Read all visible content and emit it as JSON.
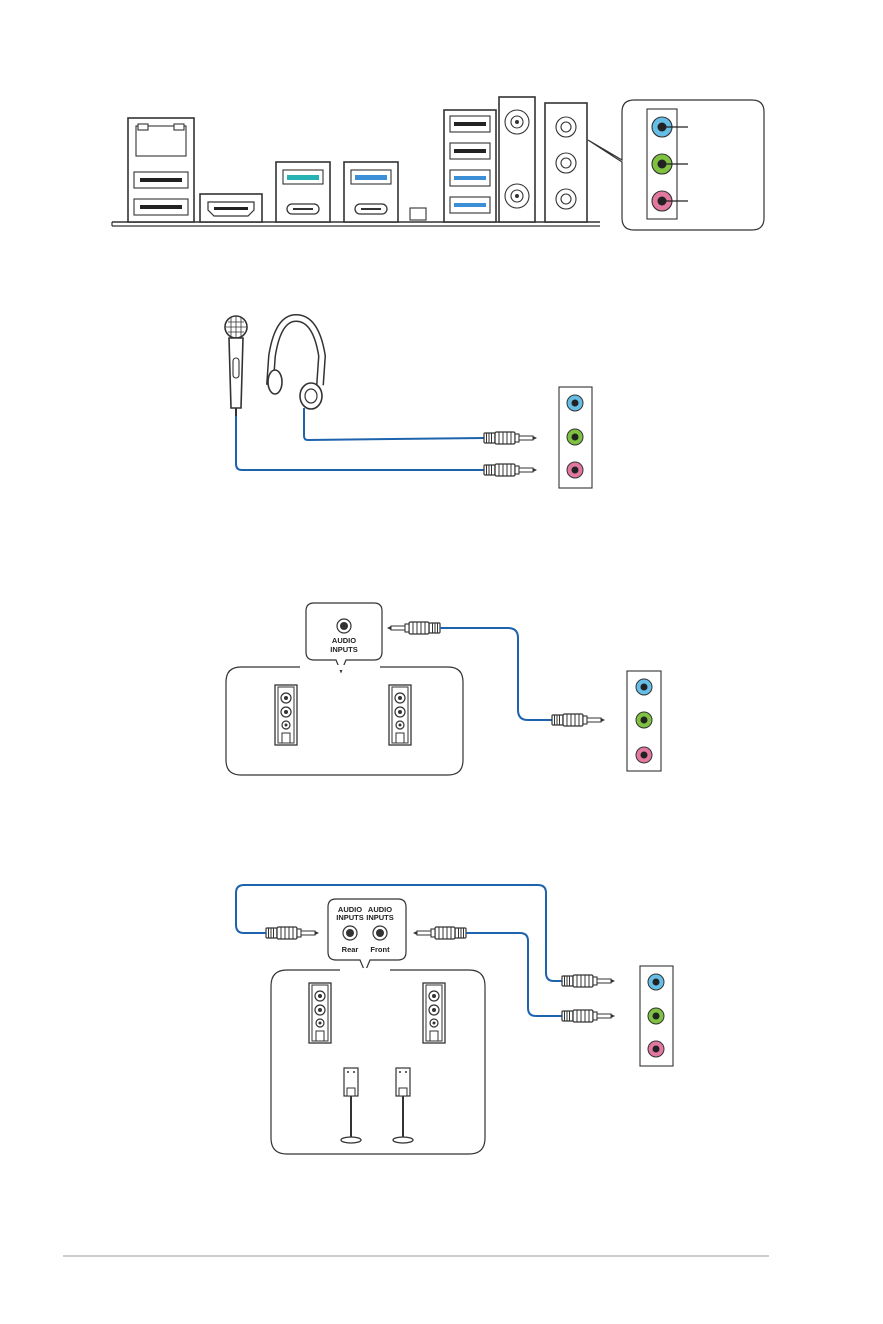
{
  "colors": {
    "line_in": "#66bde6",
    "line_out": "#7fc241",
    "mic_in": "#e2789f",
    "cable": "#1e63ad",
    "usb_blue": "#3a8fd6",
    "usb_teal": "#27b3b3"
  },
  "icons": [
    "lan-port-icon",
    "usb-port-icon",
    "hdmi-port-icon",
    "usb-c-port-icon",
    "antenna-connector-icon",
    "audio-jack-icon",
    "microphone-icon",
    "headphone-icon",
    "speaker-icon",
    "satellite-speaker-icon",
    "audio-plug-icon"
  ],
  "labels": {
    "audio_inputs": "AUDIO",
    "audio_inputs_2": "INPUTS",
    "rear": "Rear",
    "front": "Front"
  }
}
